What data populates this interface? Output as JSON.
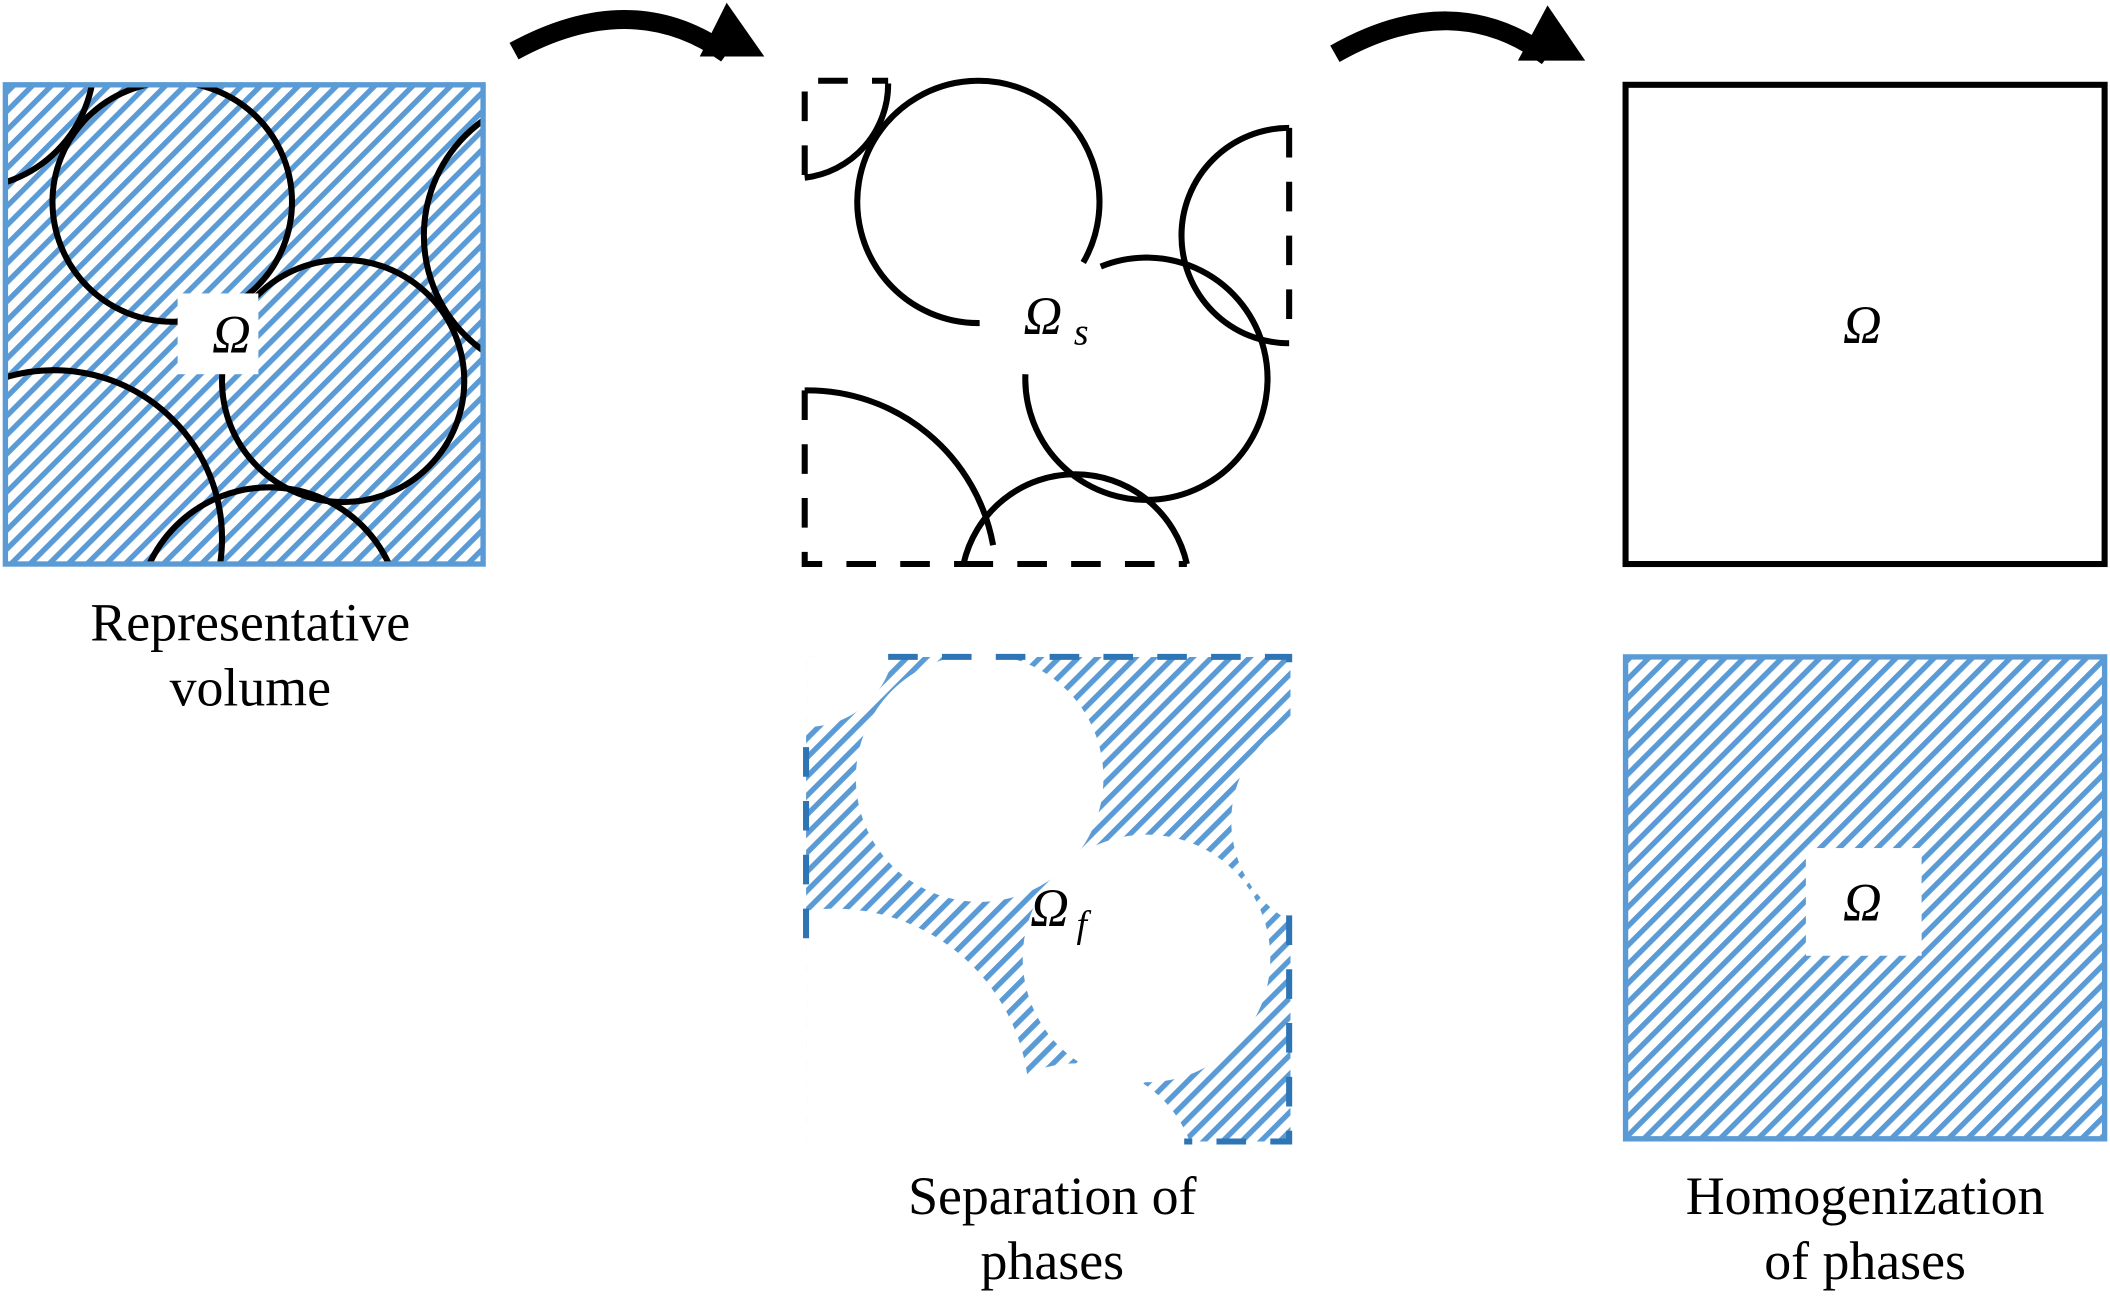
{
  "figure": {
    "colors": {
      "matrix_hatch": "#5b9bd5",
      "fluid_border": "#2e75b6",
      "solid": "#000000"
    },
    "panels": [
      {
        "id": "representative-volume",
        "symbol": "Ω",
        "subscript": "",
        "caption_lines": [
          "Representative",
          "volume"
        ]
      },
      {
        "id": "solid-phase",
        "symbol": "Ω",
        "subscript": "s"
      },
      {
        "id": "fluid-phase",
        "symbol": "Ω",
        "subscript": "f",
        "caption_lines": [
          "Separation of",
          "phases"
        ]
      },
      {
        "id": "homogenized-solid",
        "symbol": "Ω",
        "subscript": ""
      },
      {
        "id": "homogenized-fluid",
        "symbol": "Ω",
        "subscript": "",
        "caption_lines": [
          "Homogenization",
          "of phases"
        ]
      }
    ],
    "arrows": [
      {
        "from": "representative-volume",
        "to": "separation"
      },
      {
        "from": "separation",
        "to": "homogenization"
      }
    ]
  }
}
